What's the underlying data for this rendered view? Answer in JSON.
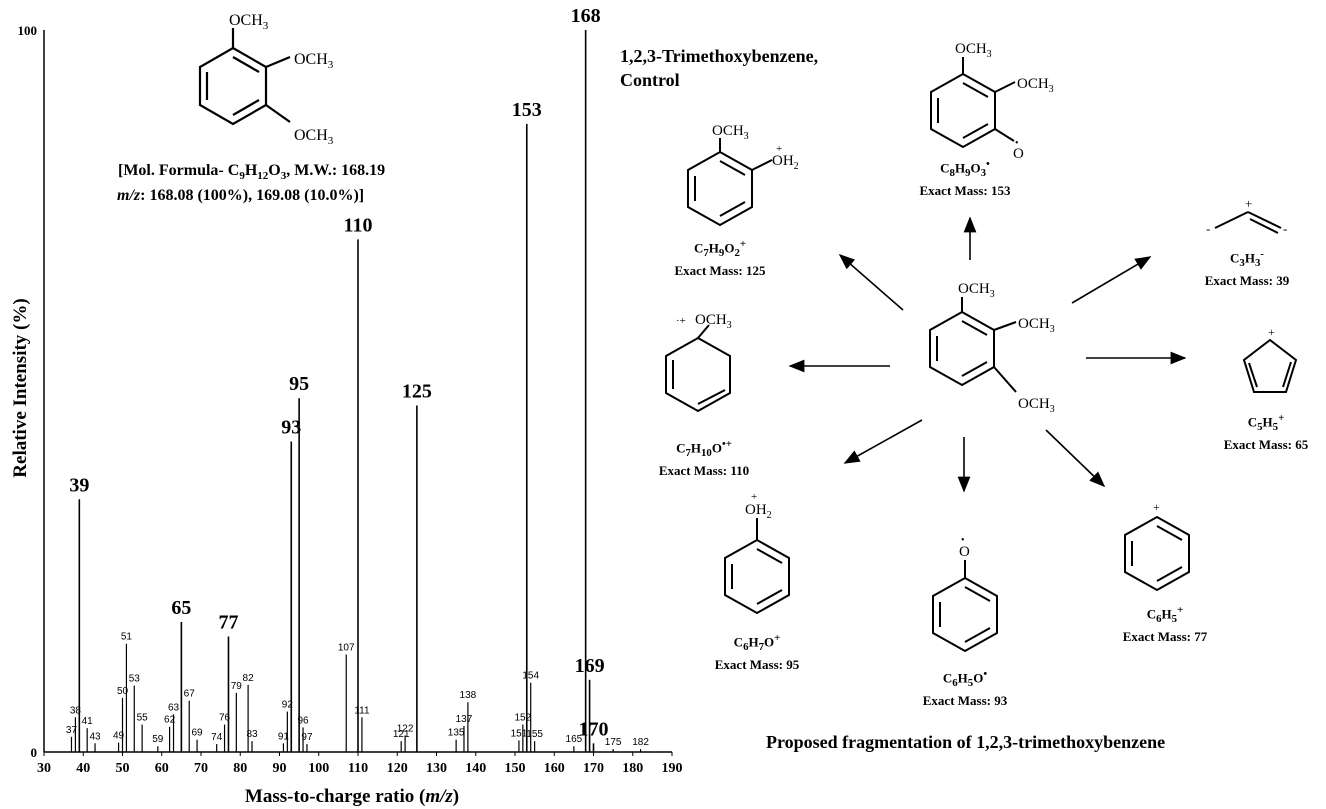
{
  "chart_data": {
    "type": "bar",
    "xlabel_main": "Mass-to-charge ratio (",
    "xlabel_var": "m/z",
    "xlabel_end": ")",
    "ylabel": "Relative Intensity (%)",
    "xlim": [
      30,
      190
    ],
    "ylim": [
      0,
      100
    ],
    "x_ticks": [
      30,
      40,
      50,
      60,
      70,
      80,
      90,
      100,
      110,
      120,
      130,
      140,
      150,
      160,
      170,
      180,
      190
    ],
    "y_tick_labels": [
      "0",
      "100"
    ],
    "peaks": [
      {
        "mz": 37,
        "intensity": 2.1,
        "label": "37"
      },
      {
        "mz": 38,
        "intensity": 4.8,
        "label": "38"
      },
      {
        "mz": 39,
        "intensity": 35.0,
        "label": "39",
        "major": true
      },
      {
        "mz": 41,
        "intensity": 3.3,
        "label": "41"
      },
      {
        "mz": 43,
        "intensity": 1.2,
        "label": "43"
      },
      {
        "mz": 49,
        "intensity": 1.3,
        "label": "49"
      },
      {
        "mz": 50,
        "intensity": 7.5,
        "label": "50"
      },
      {
        "mz": 51,
        "intensity": 15.0,
        "label": "51"
      },
      {
        "mz": 53,
        "intensity": 9.2,
        "label": "53"
      },
      {
        "mz": 55,
        "intensity": 3.8,
        "label": "55"
      },
      {
        "mz": 59,
        "intensity": 0.8,
        "label": "59"
      },
      {
        "mz": 62,
        "intensity": 3.5,
        "label": "62"
      },
      {
        "mz": 63,
        "intensity": 5.2,
        "label": "63"
      },
      {
        "mz": 65,
        "intensity": 18.0,
        "label": "65",
        "major": true
      },
      {
        "mz": 67,
        "intensity": 7.1,
        "label": "67"
      },
      {
        "mz": 69,
        "intensity": 1.7,
        "label": "69"
      },
      {
        "mz": 74,
        "intensity": 1.1,
        "label": "74"
      },
      {
        "mz": 76,
        "intensity": 3.8,
        "label": "76"
      },
      {
        "mz": 77,
        "intensity": 16.0,
        "label": "77",
        "major": true
      },
      {
        "mz": 79,
        "intensity": 8.2,
        "label": "79"
      },
      {
        "mz": 82,
        "intensity": 9.3,
        "label": "82"
      },
      {
        "mz": 83,
        "intensity": 1.5,
        "label": "83"
      },
      {
        "mz": 91,
        "intensity": 1.2,
        "label": "91"
      },
      {
        "mz": 92,
        "intensity": 5.6,
        "label": "92"
      },
      {
        "mz": 93,
        "intensity": 43.0,
        "label": "93",
        "major": true
      },
      {
        "mz": 95,
        "intensity": 49.0,
        "label": "95",
        "major": true
      },
      {
        "mz": 96,
        "intensity": 3.4,
        "label": "96"
      },
      {
        "mz": 97,
        "intensity": 1.1,
        "label": "97"
      },
      {
        "mz": 107,
        "intensity": 13.5,
        "label": "107"
      },
      {
        "mz": 110,
        "intensity": 71.0,
        "label": "110",
        "major": true
      },
      {
        "mz": 111,
        "intensity": 4.8,
        "label": "111"
      },
      {
        "mz": 121,
        "intensity": 1.5,
        "label": "121"
      },
      {
        "mz": 122,
        "intensity": 2.3,
        "label": "122"
      },
      {
        "mz": 125,
        "intensity": 48.0,
        "label": "125",
        "major": true
      },
      {
        "mz": 135,
        "intensity": 1.7,
        "label": "135"
      },
      {
        "mz": 137,
        "intensity": 3.6,
        "label": "137"
      },
      {
        "mz": 138,
        "intensity": 6.9,
        "label": "138"
      },
      {
        "mz": 151,
        "intensity": 1.6,
        "label": "151"
      },
      {
        "mz": 152,
        "intensity": 3.8,
        "label": "152"
      },
      {
        "mz": 153,
        "intensity": 87.0,
        "label": "153",
        "major": true
      },
      {
        "mz": 154,
        "intensity": 9.6,
        "label": "154"
      },
      {
        "mz": 155,
        "intensity": 1.5,
        "label": "155"
      },
      {
        "mz": 165,
        "intensity": 0.8,
        "label": "165"
      },
      {
        "mz": 168,
        "intensity": 100.0,
        "label": "168",
        "major": true
      },
      {
        "mz": 169,
        "intensity": 10.0,
        "label": "169",
        "major": true
      },
      {
        "mz": 170,
        "intensity": 1.2,
        "label": "170",
        "major": true
      },
      {
        "mz": 175,
        "intensity": 0.4,
        "label": "175"
      },
      {
        "mz": 182,
        "intensity": 0.4,
        "label": "182"
      }
    ]
  },
  "molecule": {
    "substituent": "OCH",
    "sub3": "3",
    "formula_line1_prefix": "[Mol. Formula- C",
    "formula_c_sub": "9",
    "formula_h": "H",
    "formula_h_sub": "12",
    "formula_o": "O",
    "formula_o_sub": "3",
    "formula_line1_suffix": ", M.W.: 168.19",
    "formula_line2_var": "m/z",
    "formula_line2_rest": ": 168.08 (100%), 169.08 (10.0%)]"
  },
  "scheme": {
    "title_line1": "1,2,3-Trimethoxybenzene,",
    "title_line2": "Control",
    "caption": "Proposed fragmentation of 1,2,3-trimethoxybenzene",
    "exact_mass_prefix": "Exact Mass: ",
    "fragments": [
      {
        "formula": "C",
        "sub1": "8",
        "h": "H",
        "sub2": "9",
        "o": "O",
        "sub3": "3",
        "charge": "•",
        "mass": "153"
      },
      {
        "formula": "C",
        "sub1": "7",
        "h": "H",
        "sub2": "9",
        "o": "O",
        "sub3": "2",
        "charge": "+",
        "mass": "125"
      },
      {
        "formula": "C",
        "sub1": "3",
        "h": "H",
        "sub2": "3",
        "o": "",
        "sub3": "",
        "charge": "-",
        "mass": "39"
      },
      {
        "formula": "C",
        "sub1": "7",
        "h": "H",
        "sub2": "10",
        "o": "O",
        "sub3": "",
        "charge": "•+",
        "mass": "110"
      },
      {
        "formula": "C",
        "sub1": "5",
        "h": "H",
        "sub2": "5",
        "o": "",
        "sub3": "",
        "charge": "+",
        "mass": "65"
      },
      {
        "formula": "C",
        "sub1": "6",
        "h": "H",
        "sub2": "7",
        "o": "O",
        "sub3": "",
        "charge": "+",
        "mass": "95"
      },
      {
        "formula": "C",
        "sub1": "6",
        "h": "H",
        "sub2": "5",
        "o": "O",
        "sub3": "",
        "charge": "•",
        "mass": "93"
      },
      {
        "formula": "C",
        "sub1": "6",
        "h": "H",
        "sub2": "5",
        "o": "",
        "sub3": "",
        "charge": "+",
        "mass": "77"
      }
    ],
    "labels": {
      "oh2": "OH",
      "oh2_sub": "2",
      "o": "O",
      "plus": "+",
      "minus": "-",
      "radical_plus": "·+",
      "dot": "•"
    }
  }
}
